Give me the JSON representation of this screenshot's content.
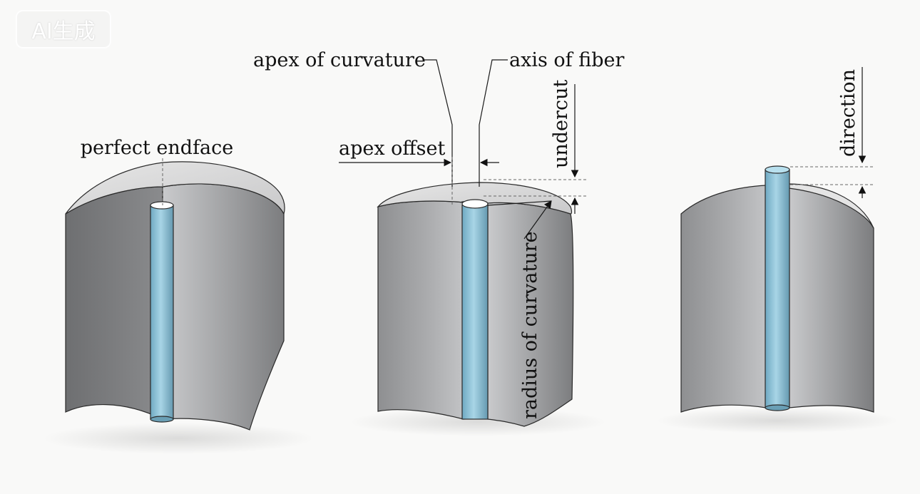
{
  "watermark": "AI生成",
  "labels": {
    "perfect_endface": "perfect endface",
    "apex_of_curvature": "apex of curvature",
    "axis_of_fiber": "axis of fiber",
    "apex_offset": "apex offset",
    "undercut": "undercut",
    "radius_of_curvature": "radius of curvature",
    "direction": "direction"
  },
  "colors": {
    "ferrule": "#9a9c9e",
    "fiber": "#8fc4d9",
    "line": "#1a1a1a"
  }
}
